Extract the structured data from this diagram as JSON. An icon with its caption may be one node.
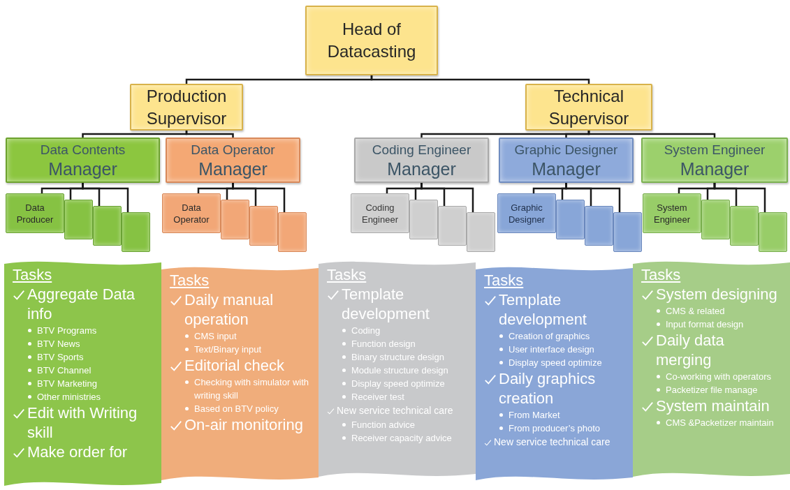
{
  "diagram": {
    "nodes": [
      {
        "text": [
          "Head of Datacasting"
        ]
      },
      {
        "text": [
          "Production Supervisor"
        ]
      },
      {
        "text": [
          "Technical Supervisor"
        ]
      },
      {
        "text": [
          "Data Contents",
          "Manager"
        ]
      },
      {
        "text": [
          "Data Operator",
          "Manager"
        ]
      },
      {
        "text": [
          "Coding Engineer",
          "Manager"
        ]
      },
      {
        "text": [
          "Graphic Designer",
          "Manager"
        ]
      },
      {
        "text": [
          "System Engineer",
          "Manager"
        ]
      },
      {
        "text": [
          "Data Producer"
        ]
      },
      {
        "text": [],
        "shape": "box"
      },
      {
        "text": [],
        "shape": "box"
      },
      {
        "text": [],
        "shape": "box"
      },
      {
        "text": [
          "Data Operator"
        ]
      },
      {
        "text": [],
        "shape": "box"
      },
      {
        "text": [],
        "shape": "box"
      },
      {
        "text": [],
        "shape": "box"
      },
      {
        "text": [
          "Coding Engineer"
        ]
      },
      {
        "text": [],
        "shape": "box"
      },
      {
        "text": [],
        "shape": "box"
      },
      {
        "text": [],
        "shape": "box"
      },
      {
        "text": [
          "Graphic Designer"
        ]
      },
      {
        "text": [],
        "shape": "box"
      },
      {
        "text": [],
        "shape": "box"
      },
      {
        "text": [],
        "shape": "box"
      },
      {
        "text": [
          "System Engineer"
        ]
      },
      {
        "text": [],
        "shape": "box"
      },
      {
        "text": [],
        "shape": "box"
      },
      {
        "text": [],
        "shape": "box"
      },
      {
        "text": [
          "Tasks",
          "Aggregate Data info",
          "BTV Programs",
          "BTV News",
          "BTV Sports",
          "BTV Channel",
          "BTV Marketing",
          "Other ministries",
          "Edit with Writing skill",
          "Make order for"
        ]
      },
      {
        "text": [
          "Tasks",
          "Daily manual operation",
          "CMS input",
          "Text/Binary input",
          "Editorial check",
          "Checking with simulator with writing skill",
          "Based on BTV policy",
          "On-air monitoring"
        ]
      },
      {
        "text": [
          "Tasks",
          "Template development",
          "Coding",
          "Function design",
          "Binary structure design",
          "Module structure design",
          "Display speed optimize",
          "Receiver test",
          "New service technical care",
          "Function advice",
          "Receiver capacity advice"
        ]
      },
      {
        "text": [
          "Tasks",
          "Template development",
          "Creation of graphics",
          "User interface design",
          "Display speed optimize",
          "Daily graphics creation",
          "From Market",
          "From producer’s photo",
          "New service technical care"
        ]
      },
      {
        "text": [
          "Tasks",
          "System designing",
          "CMS & related",
          "Input format design",
          "Daily data merging",
          "Co-working with operators",
          "Packetizer file manage",
          "System maintain",
          "CMS &Packetizer maintain"
        ]
      }
    ],
    "edges": [
      {
        "from": 0,
        "to": 1,
        "arrow": "none"
      },
      {
        "from": 0,
        "to": 2,
        "arrow": "none"
      },
      {
        "from": 1,
        "to": 3,
        "arrow": "none"
      },
      {
        "from": 1,
        "to": 4,
        "arrow": "none"
      },
      {
        "from": 2,
        "to": 5,
        "arrow": "none"
      },
      {
        "from": 2,
        "to": 6,
        "arrow": "none"
      },
      {
        "from": 2,
        "to": 7,
        "arrow": "none"
      },
      {
        "from": 3,
        "to": 8,
        "arrow": "none"
      },
      {
        "from": 3,
        "to": 9,
        "arrow": "none"
      },
      {
        "from": 3,
        "to": 10,
        "arrow": "none"
      },
      {
        "from": 3,
        "to": 11,
        "arrow": "none"
      },
      {
        "from": 4,
        "to": 12,
        "arrow": "none"
      },
      {
        "from": 4,
        "to": 13,
        "arrow": "none"
      },
      {
        "from": 4,
        "to": 14,
        "arrow": "none"
      },
      {
        "from": 4,
        "to": 15,
        "arrow": "none"
      },
      {
        "from": 5,
        "to": 16,
        "arrow": "none"
      },
      {
        "from": 5,
        "to": 17,
        "arrow": "none"
      },
      {
        "from": 5,
        "to": 18,
        "arrow": "none"
      },
      {
        "from": 5,
        "to": 19,
        "arrow": "none"
      },
      {
        "from": 6,
        "to": 20,
        "arrow": "none"
      },
      {
        "from": 6,
        "to": 21,
        "arrow": "none"
      },
      {
        "from": 6,
        "to": 22,
        "arrow": "none"
      },
      {
        "from": 6,
        "to": 23,
        "arrow": "none"
      },
      {
        "from": 7,
        "to": 24,
        "arrow": "none"
      },
      {
        "from": 7,
        "to": 25,
        "arrow": "none"
      },
      {
        "from": 7,
        "to": 26,
        "arrow": "none"
      },
      {
        "from": 7,
        "to": 27,
        "arrow": "none"
      }
    ]
  }
}
